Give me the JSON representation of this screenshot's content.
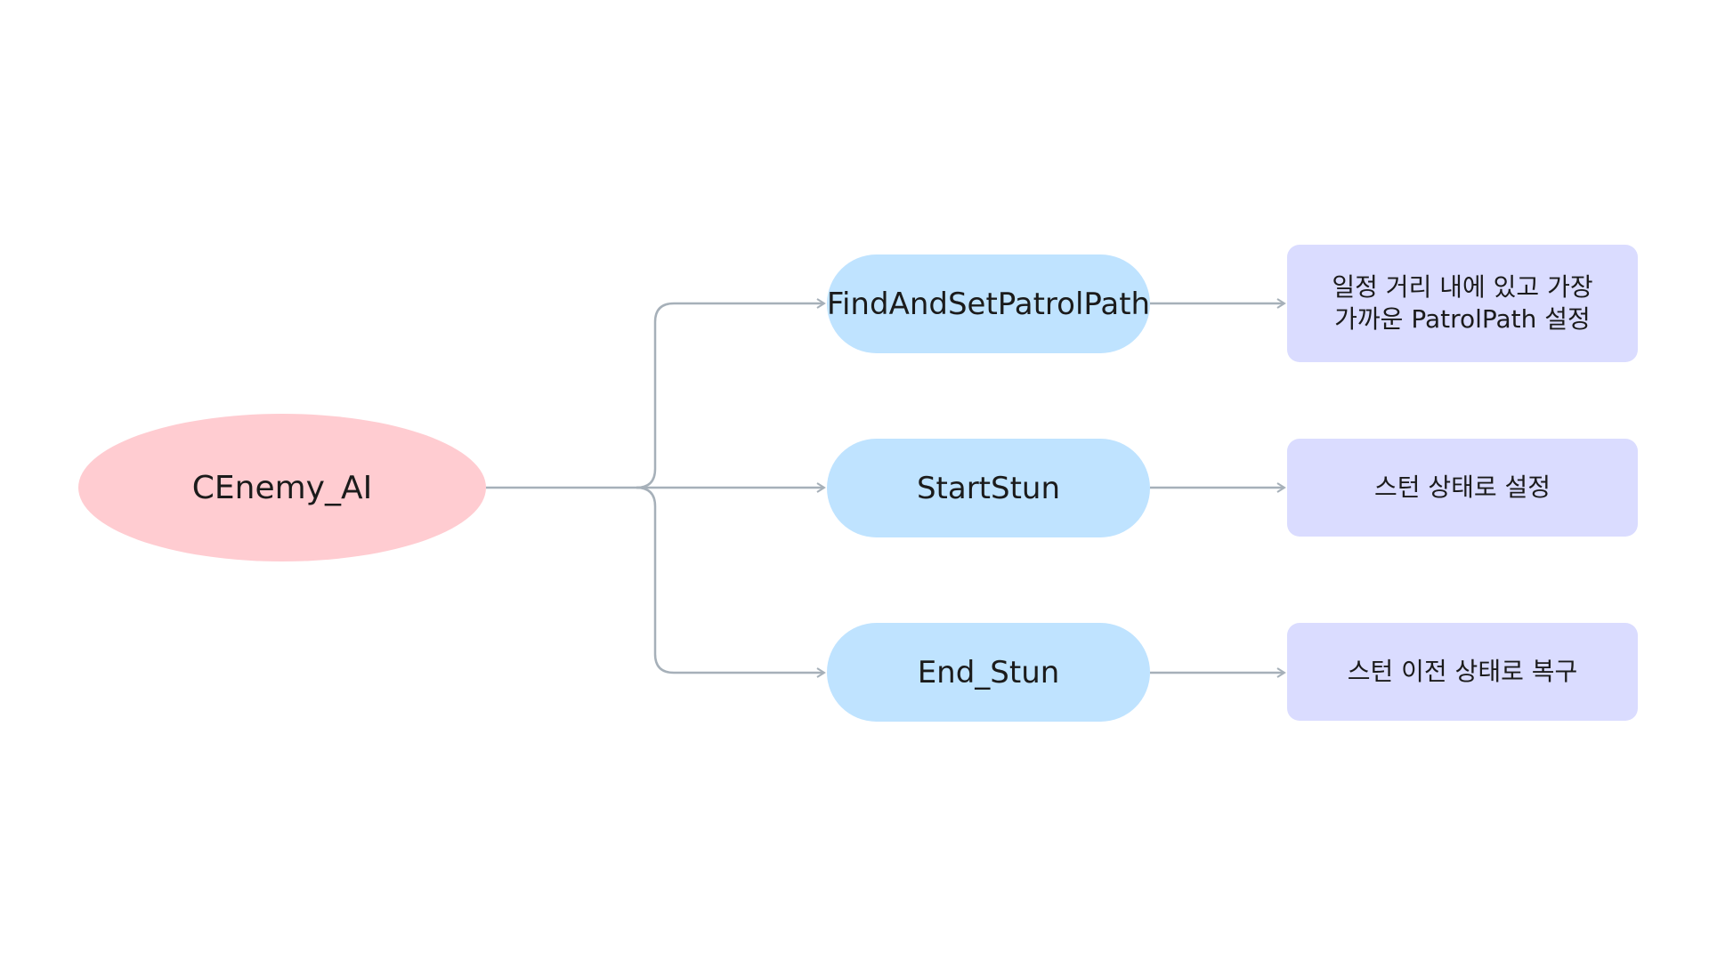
{
  "root": {
    "label": "CEnemy_AI"
  },
  "branches": [
    {
      "function": "FindAndSetPatrolPath",
      "description": "일정 거리 내에 있고 가장\n가까운 PatrolPath 설정"
    },
    {
      "function": "StartStun",
      "description": "스턴 상태로 설정"
    },
    {
      "function": "End_Stun",
      "description": "스턴 이전 상태로 복구"
    }
  ],
  "colors": {
    "root_fill": "#ffccd1",
    "function_fill": "#bfe3ff",
    "description_fill": "#dadcff",
    "connector": "#a6b0b9"
  }
}
